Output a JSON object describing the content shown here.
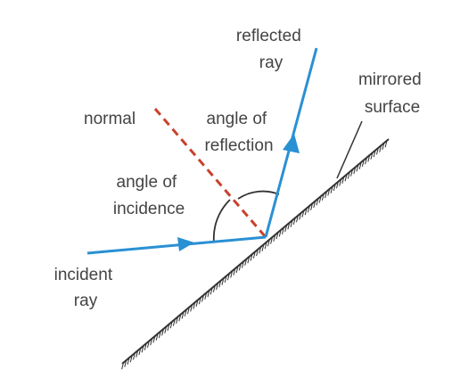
{
  "labels": {
    "reflected_ray": [
      "reflected",
      "ray"
    ],
    "mirrored_surface": [
      "mirrored",
      "surface"
    ],
    "normal": "normal",
    "angle_of_reflection": [
      "angle of",
      "reflection"
    ],
    "angle_of_incidence": [
      "angle of",
      "incidence"
    ],
    "incident_ray": [
      "incident",
      "ray"
    ]
  },
  "colors": {
    "ray": "#2a90d4",
    "normal": "#c8412b",
    "surface": "#333333",
    "angle_arc": "#333333",
    "text": "#444444"
  }
}
